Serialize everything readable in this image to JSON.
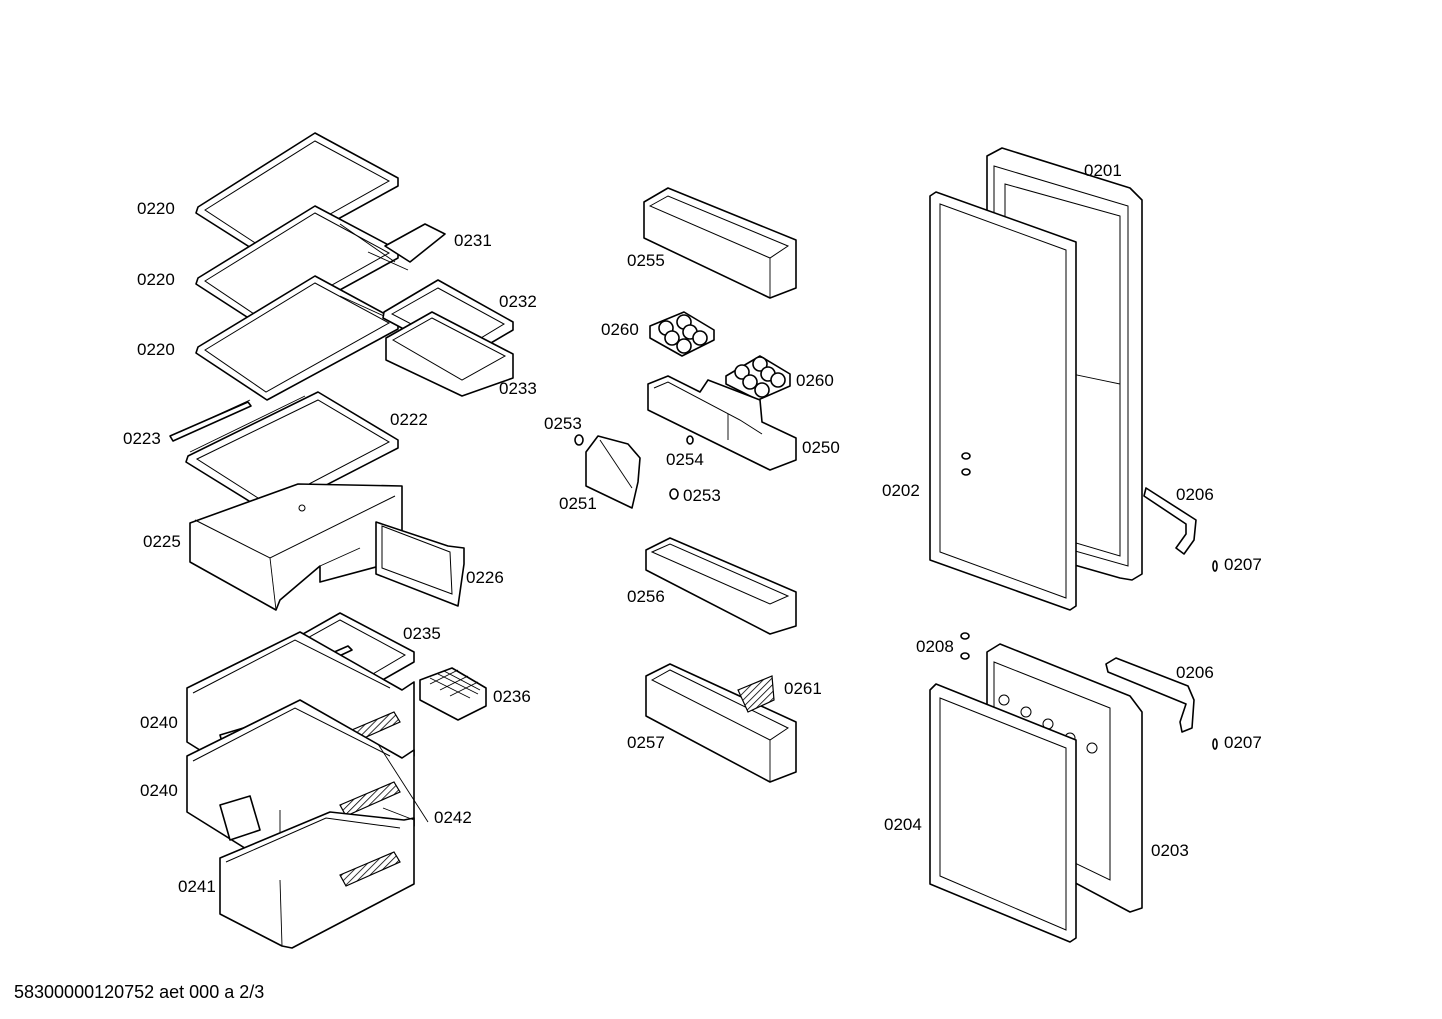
{
  "labels": {
    "p0220a": "0220",
    "p0220b": "0220",
    "p0220c": "0220",
    "p0231": "0231",
    "p0232": "0232",
    "p0233": "0233",
    "p0223": "0223",
    "p0222": "0222",
    "p0225": "0225",
    "p0226": "0226",
    "p0235": "0235",
    "p0236": "0236",
    "p0240a": "0240",
    "p0240b": "0240",
    "p0242": "0242",
    "p0241": "0241",
    "p0255": "0255",
    "p0260a": "0260",
    "p0260b": "0260",
    "p0253a": "0253",
    "p0253b": "0253",
    "p0254": "0254",
    "p0250": "0250",
    "p0251": "0251",
    "p0256": "0256",
    "p0261": "0261",
    "p0257": "0257",
    "p0201": "0201",
    "p0202": "0202",
    "p0206a": "0206",
    "p0207a": "0207",
    "p0208": "0208",
    "p0206b": "0206",
    "p0207b": "0207",
    "p0204": "0204",
    "p0203": "0203"
  },
  "footer": "58300000120752 aet 000 a 2/3"
}
